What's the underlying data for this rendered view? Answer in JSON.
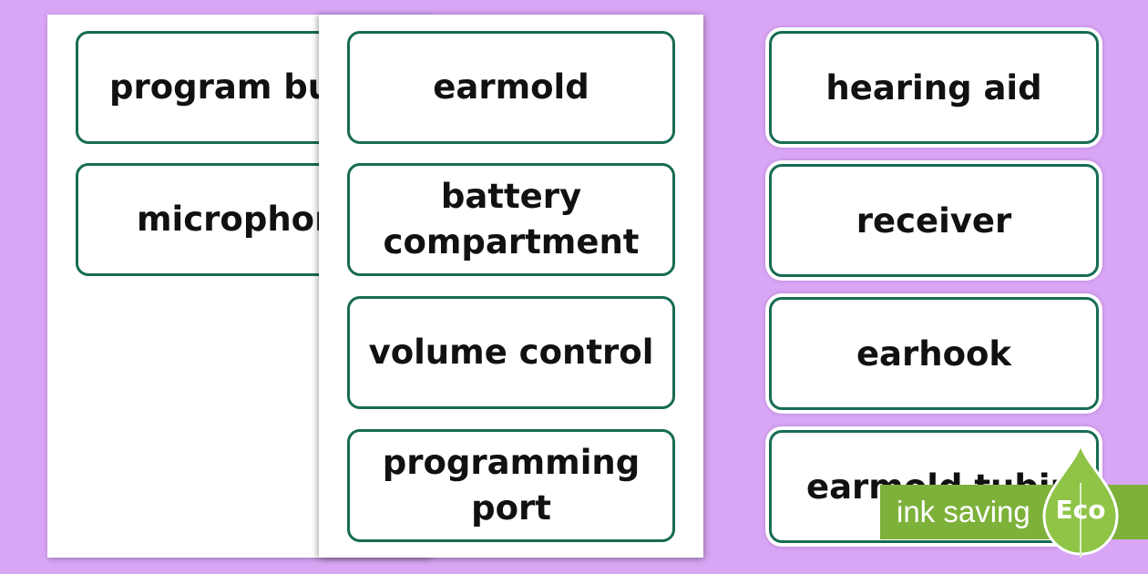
{
  "colors": {
    "background": "#d8a6f5",
    "card_border": "#176b54",
    "card_fill": "#ffffff",
    "badge_green": "#7db13a",
    "badge_drop_green": "#8fc447"
  },
  "back_sheet": {
    "cards": [
      "program button",
      "microphone"
    ]
  },
  "front_sheet": {
    "cards": [
      {
        "lines": [
          "earmold"
        ]
      },
      {
        "lines": [
          "battery",
          "compartment"
        ]
      },
      {
        "lines": [
          "volume control"
        ]
      },
      {
        "lines": [
          "programming",
          "port"
        ]
      }
    ]
  },
  "loose_cards": [
    "hearing aid",
    "receiver",
    "earhook",
    "earmold tubing"
  ],
  "eco_badge": {
    "text": "ink saving",
    "label": "Eco",
    "icon": "leaf-drop-icon"
  }
}
